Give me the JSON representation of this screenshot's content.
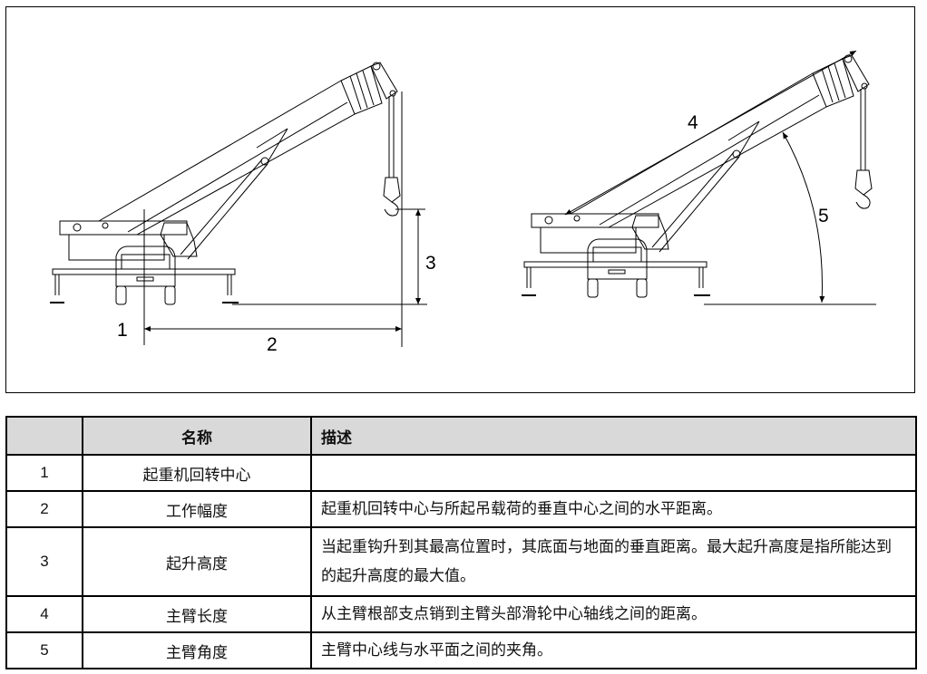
{
  "figure": {
    "labels": {
      "rotation_center": "1",
      "working_radius": "2",
      "lifting_height": "3",
      "boom_length": "4",
      "boom_angle": "5"
    }
  },
  "table": {
    "headers": [
      "",
      "名称",
      "描述"
    ],
    "rows": [
      {
        "num": "1",
        "name": "起重机回转中心",
        "desc": ""
      },
      {
        "num": "2",
        "name": "工作幅度",
        "desc": "起重机回转中心与所起吊载荷的垂直中心之间的水平距离。"
      },
      {
        "num": "3",
        "name": "起升高度",
        "desc": "当起重钩升到其最高位置时，其底面与地面的垂直距离。最大起升高度是指所能达到的起升高度的最大值。"
      },
      {
        "num": "4",
        "name": "主臂长度",
        "desc": "从主臂根部支点销到主臂头部滑轮中心轴线之间的距离。"
      },
      {
        "num": "5",
        "name": "主臂角度",
        "desc": "主臂中心线与水平面之间的夹角。"
      }
    ]
  }
}
